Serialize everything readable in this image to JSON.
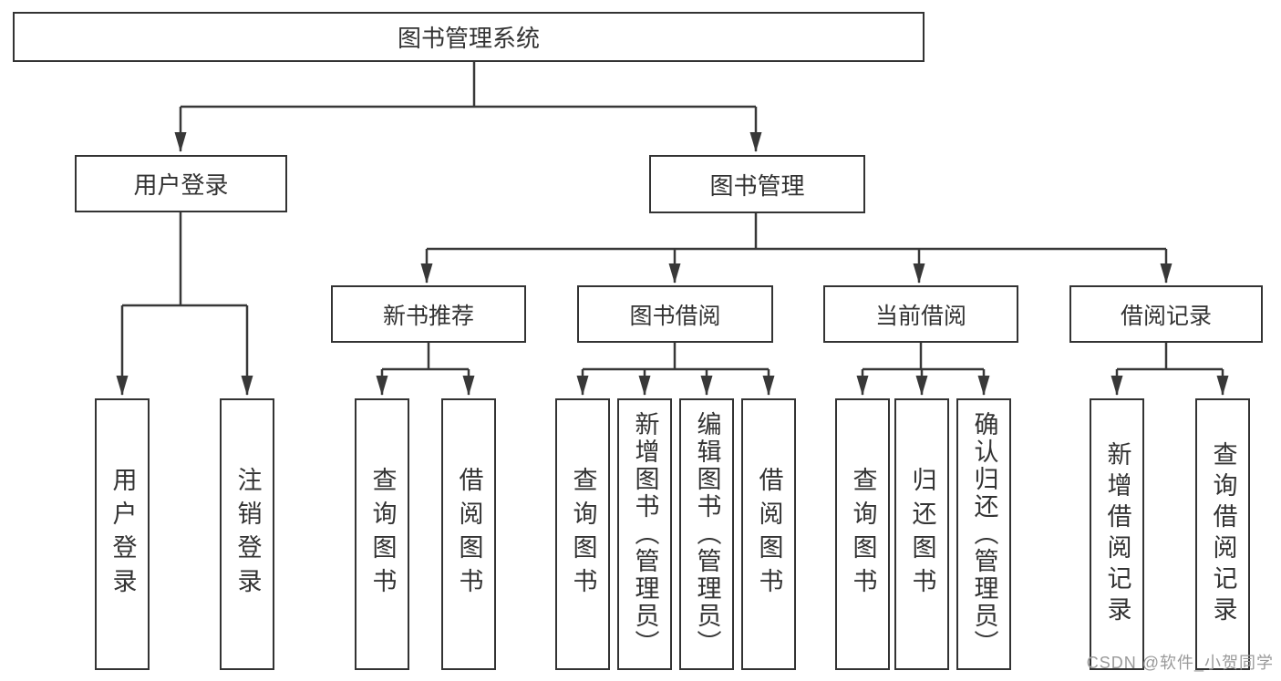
{
  "diagram": {
    "root": "图书管理系统",
    "level1": {
      "login": "用户登录",
      "mgmt": "图书管理"
    },
    "login_leaves": [
      "用户登录",
      "注销登录"
    ],
    "groups": [
      {
        "label": "新书推荐",
        "leaves": [
          "查询图书",
          "借阅图书"
        ]
      },
      {
        "label": "图书借阅",
        "leaves": [
          "查询图书",
          "新增图书（管理员）",
          "编辑图书（管理员）",
          "借阅图书"
        ]
      },
      {
        "label": "当前借阅",
        "leaves": [
          "查询图书",
          "归还图书",
          "确认归还（管理员）"
        ]
      },
      {
        "label": "借阅记录",
        "leaves": [
          "新增借阅记录",
          "查询借阅记录"
        ]
      }
    ]
  },
  "watermark": "CSDN @软件_小贺同学",
  "colors": {
    "line": "#383838",
    "box_border": "#333333",
    "text": "#333333",
    "watermark": "#9a9a9a",
    "background": "#ffffff"
  }
}
